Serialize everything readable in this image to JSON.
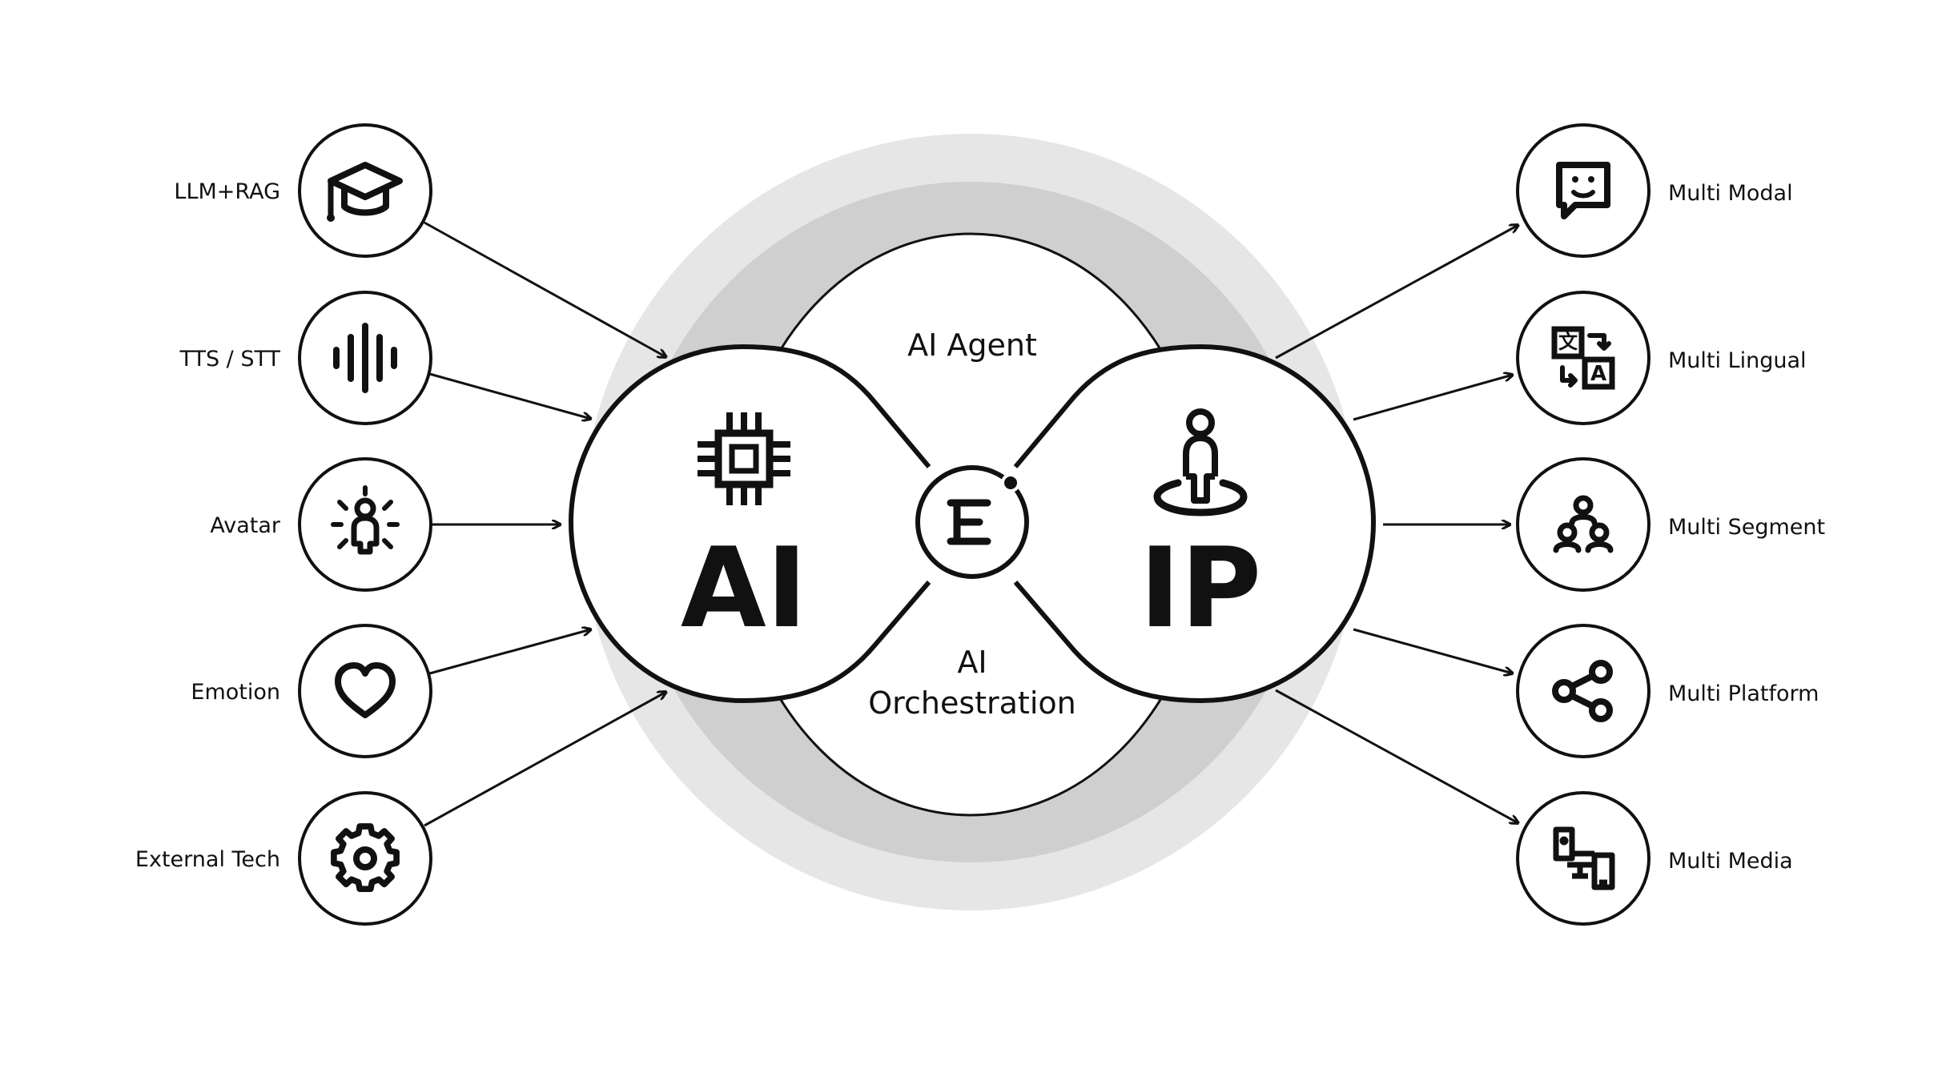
{
  "left_nodes": [
    {
      "label": "LLM+RAG",
      "icon": "graduation-cap-icon"
    },
    {
      "label": "TTS / STT",
      "icon": "sound-wave-icon"
    },
    {
      "label": "Avatar",
      "icon": "avatar-sparkle-icon"
    },
    {
      "label": "Emotion",
      "icon": "heart-icon"
    },
    {
      "label": "External Tech",
      "icon": "gear-icon"
    }
  ],
  "right_nodes": [
    {
      "label": "Multi Modal",
      "icon": "chat-smile-icon"
    },
    {
      "label": "Multi Lingual",
      "icon": "translate-icon"
    },
    {
      "label": "Multi Segment",
      "icon": "people-group-icon"
    },
    {
      "label": "Multi Platform",
      "icon": "share-icon"
    },
    {
      "label": "Multi Media",
      "icon": "devices-icon"
    }
  ],
  "center": {
    "top_label": "AI Agent",
    "bottom_label_line1": "AI",
    "bottom_label_line2": "Orchestration",
    "left_lobe": {
      "label": "AI",
      "icon": "chip-icon"
    },
    "right_lobe": {
      "label": "IP",
      "icon": "person-pin-icon"
    },
    "hub_icon": "e-logo-icon"
  },
  "colors": {
    "outer_ring": "#e6e6e6",
    "inner_ring": "#cfcfcf",
    "stroke": "#111111",
    "background": "#ffffff"
  }
}
